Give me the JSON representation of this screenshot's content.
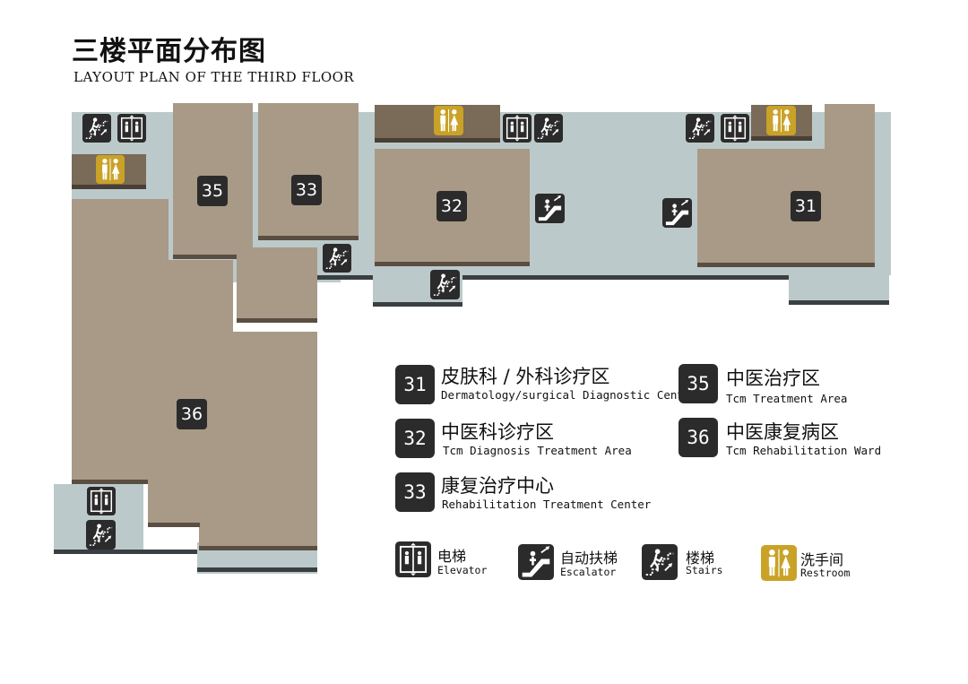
{
  "title": {
    "cn": "三楼平面分布图",
    "en": "LAYOUT PLAN OF THE THIRD FLOOR"
  },
  "rooms": [
    {
      "id": "31",
      "label": "31"
    },
    {
      "id": "32",
      "label": "32"
    },
    {
      "id": "33",
      "label": "33"
    },
    {
      "id": "35",
      "label": "35"
    },
    {
      "id": "36",
      "label": "36"
    }
  ],
  "legend": [
    {
      "num": "31",
      "cn": "皮肤科 / 外科诊疗区",
      "en": "Dermatology/surgical Diagnostic Center"
    },
    {
      "num": "32",
      "cn": "中医科诊疗区",
      "en": "Tcm Diagnosis Treatment Area"
    },
    {
      "num": "33",
      "cn": "康复治疗中心",
      "en": "Rehabilitation Treatment Center"
    },
    {
      "num": "35",
      "cn": "中医治疗区",
      "en": "Tcm Treatment Area"
    },
    {
      "num": "36",
      "cn": "中医康复病区",
      "en": "Tcm Rehabilitation Ward"
    }
  ],
  "facility_key": [
    {
      "icon": "elevator-icon",
      "cn": "电梯",
      "en": "Elevator"
    },
    {
      "icon": "escalator-icon",
      "cn": "自动扶梯",
      "en": "Escalator"
    },
    {
      "icon": "stairs-icon",
      "cn": "楼梯",
      "en": "Stairs"
    },
    {
      "icon": "restroom-icon",
      "cn": "洗手间",
      "en": "Restroom"
    }
  ],
  "colors": {
    "room": "#a89a86",
    "room_edge": "#5a4e42",
    "corridor": "#bcc9ca",
    "wall": "#3a3f44",
    "badge": "#2b2b2b",
    "restroom": "#c9a227"
  }
}
